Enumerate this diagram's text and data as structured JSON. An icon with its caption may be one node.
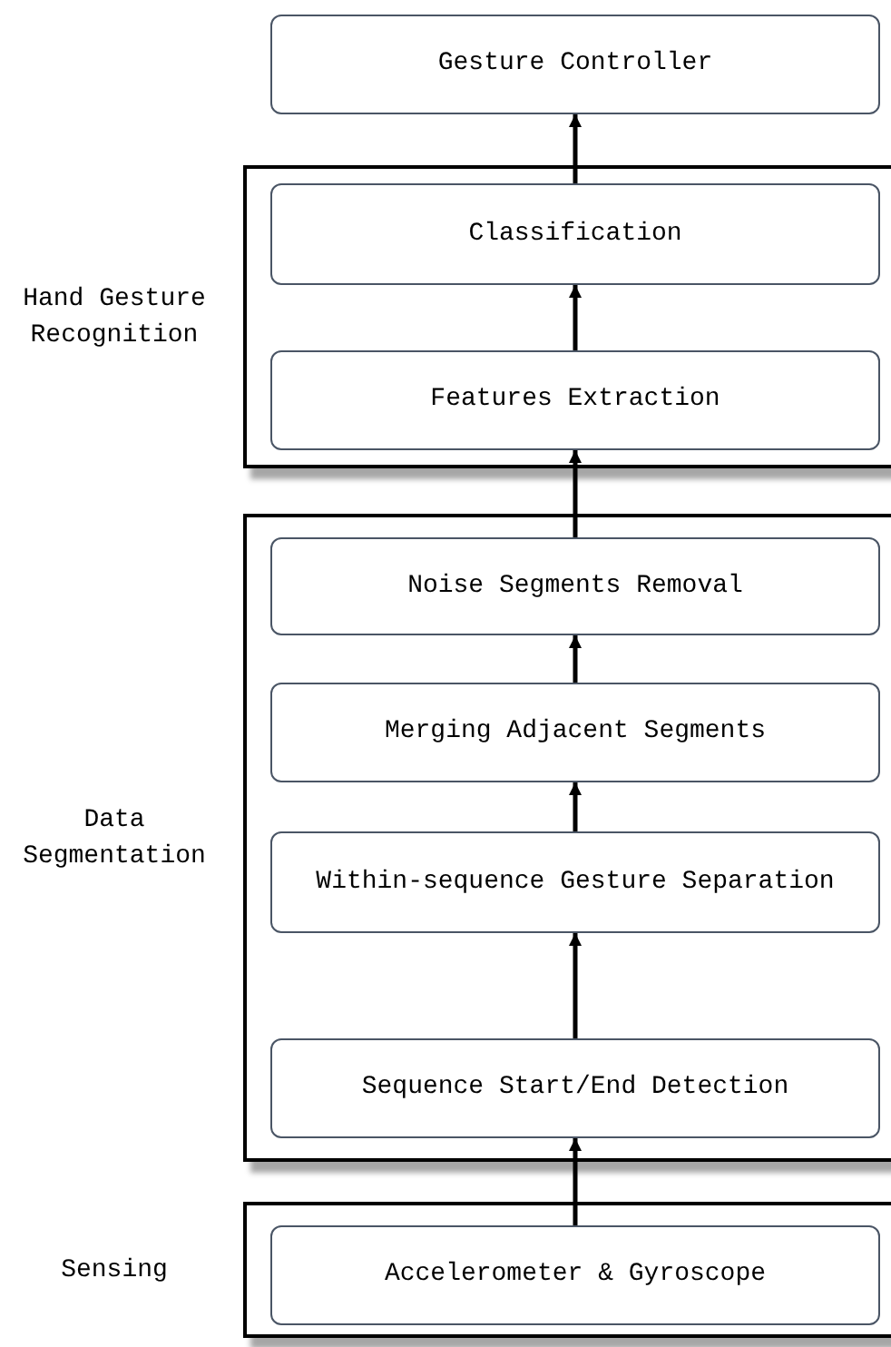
{
  "diagram": {
    "nodes": [
      {
        "text": [
          "Gesture Controller"
        ]
      },
      {
        "text": [
          "Hand Gesture Recognition"
        ]
      },
      {
        "text": [
          "Classification"
        ],
        "in": 1
      },
      {
        "text": [
          "Features Extraction"
        ],
        "in": 1
      },
      {
        "text": [
          "Data Segmentation"
        ]
      },
      {
        "text": [
          "Noise Segments Removal"
        ],
        "in": 4
      },
      {
        "text": [
          "Merging Adjacent Segments"
        ],
        "in": 4
      },
      {
        "text": [
          "Within-sequence Gesture Separation"
        ],
        "in": 4
      },
      {
        "text": [
          "Sequence Start/End Detection"
        ],
        "in": 4
      },
      {
        "text": [
          "Sensing"
        ]
      },
      {
        "text": [
          "Accelerometer & Gyroscope"
        ],
        "in": 9
      }
    ],
    "edges": [
      {
        "from": 10,
        "to": 8,
        "arrow": "to"
      },
      {
        "from": 8,
        "to": 7,
        "arrow": "to"
      },
      {
        "from": 7,
        "to": 6,
        "arrow": "to"
      },
      {
        "from": 6,
        "to": 5,
        "arrow": "to"
      },
      {
        "from": 5,
        "to": 3,
        "arrow": "to"
      },
      {
        "from": 3,
        "to": 2,
        "arrow": "to"
      },
      {
        "from": 2,
        "to": 0,
        "arrow": "to"
      }
    ]
  }
}
